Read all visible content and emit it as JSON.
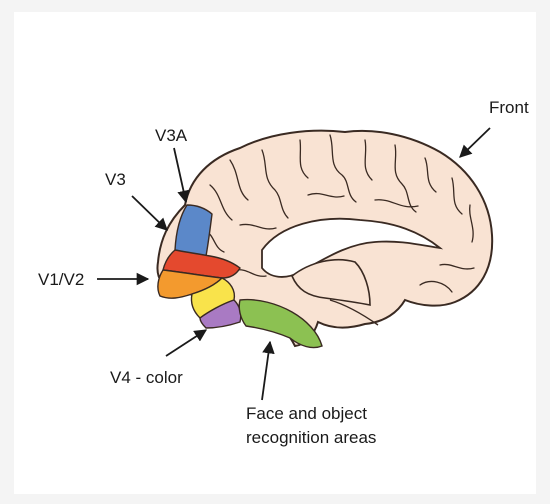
{
  "labels": {
    "front": "Front",
    "v3a": "V3A",
    "v3": "V3",
    "v1v2": "V1/V2",
    "v4": "V4 - color",
    "face_line1": "Face and object",
    "face_line2": "recognition areas"
  },
  "colors": {
    "brain_fill": "#f9e3d3",
    "outline": "#3a2a22",
    "v3a_blue": "#5b88c9",
    "v1_red": "#e4492e",
    "v1_orange": "#f39a2e",
    "v2_yellow": "#f9e34b",
    "v4_purple": "#a97ac3",
    "face_green": "#8cc152",
    "arrow": "#1a1a1a"
  }
}
